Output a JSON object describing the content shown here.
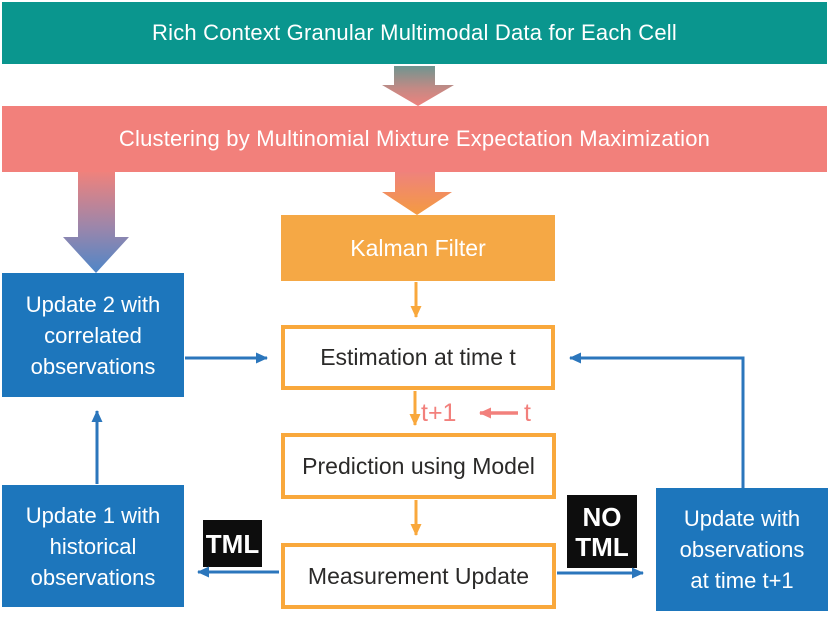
{
  "banners": {
    "top": "Rich Context Granular Multimodal Data for Each Cell",
    "clustering": "Clustering by Multinomial Mixture Expectation Maximization"
  },
  "flow": {
    "kalman": "Kalman Filter",
    "estimation": "Estimation at time t",
    "prediction": "Prediction using Model",
    "measurement": "Measurement Update"
  },
  "updates": {
    "update2": "Update 2 with\ncorrelated\nobservations",
    "update1": "Update 1 with\nhistorical\nobservations",
    "update_right": "Update with\nobservations\nat time t+1"
  },
  "labels": {
    "tml": "TML",
    "no_tml": "NO\nTML",
    "t_plus_1": "t+1",
    "t": "t"
  },
  "colors": {
    "teal_banner": "#0a968e",
    "salmon_banner": "#f2807b",
    "orange_fill": "#f5a845",
    "orange_border": "#f9a83c",
    "blue_box": "#1d76bc",
    "blue_arrow": "#2b76bc",
    "black_box": "#0d0d0d",
    "pink_label": "#f2807c",
    "dark_text": "#2b2a29"
  }
}
